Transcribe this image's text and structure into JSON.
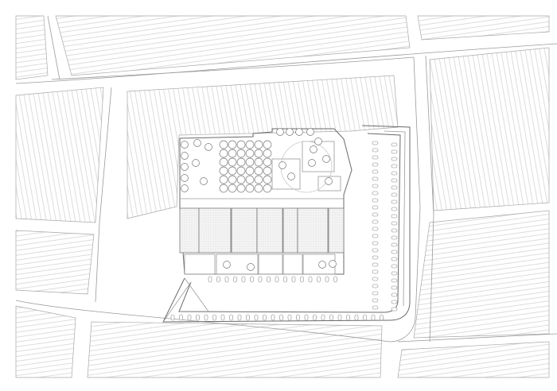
{
  "drawing": {
    "type": "site-plan",
    "colors": {
      "background": "#ffffff",
      "line": "#9a9a9a",
      "building_outline": "#6a6a6a"
    },
    "tree_grid": {
      "rows": 6,
      "cols": 6
    }
  }
}
